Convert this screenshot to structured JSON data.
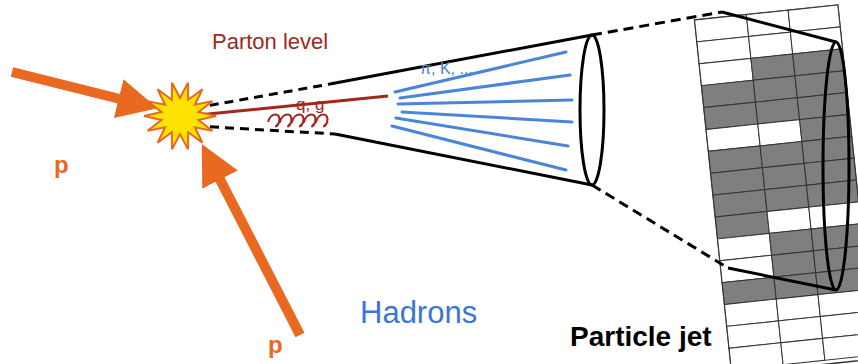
{
  "diagram": {
    "labels": [
      "Parton level",
      "π, K, ...",
      "q, g",
      "p",
      "Hadrons",
      "p",
      "Particle jet"
    ]
  }
}
